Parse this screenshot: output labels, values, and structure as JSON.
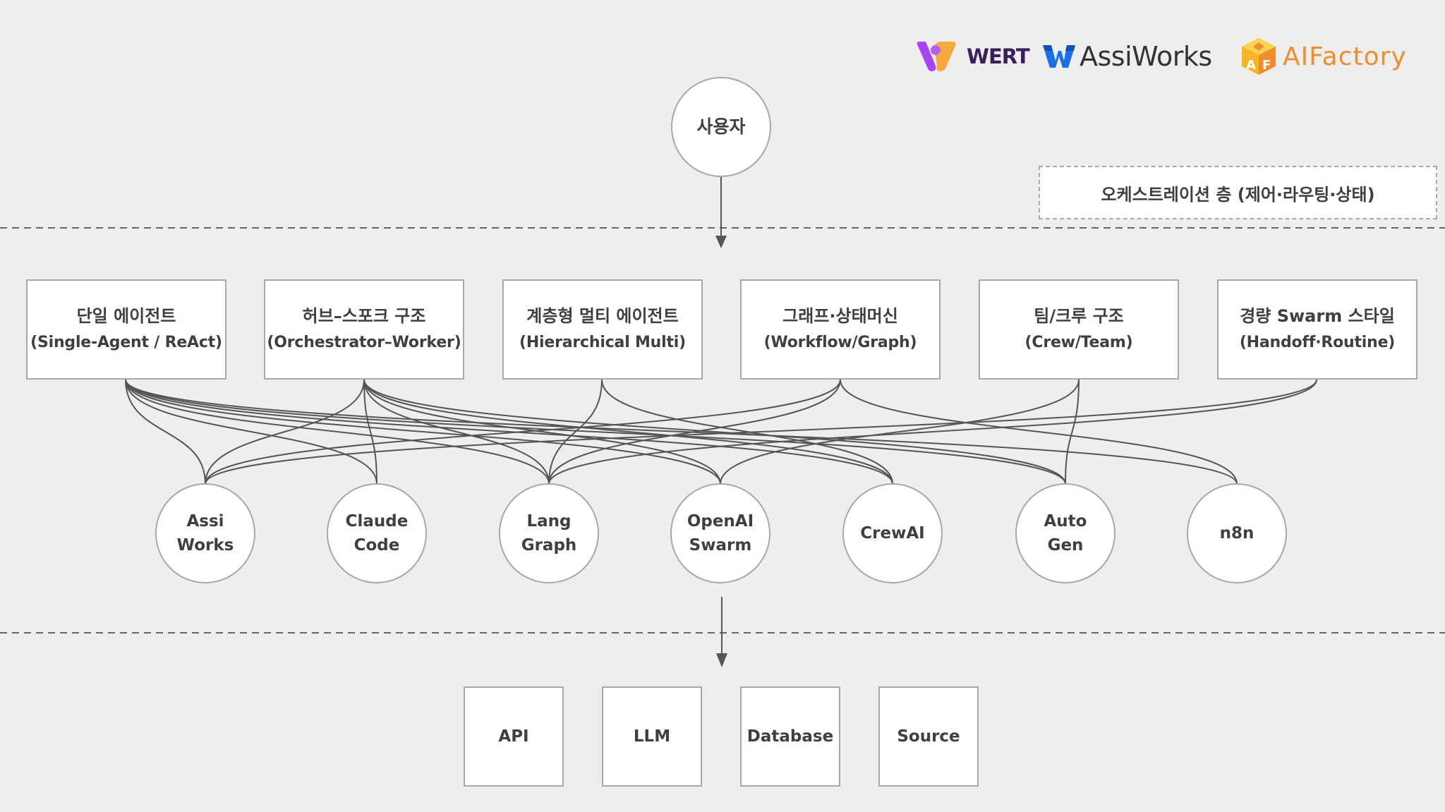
{
  "logos": [
    {
      "name": "WERT",
      "color": "#3a1f5c",
      "icon_colors": [
        "#a944f5",
        "#f5a93a"
      ]
    },
    {
      "name": "AssiWorks",
      "color": "#333333",
      "icon_colors": [
        "#1a5fd6",
        "#2a8cf5"
      ]
    },
    {
      "name": "AIFactory",
      "color": "#f08d2e",
      "icon_colors": [
        "#f5b623",
        "#f08d2e"
      ]
    }
  ],
  "user": {
    "label": "사용자"
  },
  "orchestration_layer": {
    "label": "오케스트레이션 층 (제어·라우팅·상태)"
  },
  "patterns": [
    {
      "id": "single",
      "title": "단일 에이전트",
      "subtitle": "(Single-Agent / ReAct)"
    },
    {
      "id": "hub",
      "title": "허브–스포크 구조",
      "subtitle": "(Orchestrator–Worker)"
    },
    {
      "id": "hier",
      "title": "계층형 멀티 에이전트",
      "subtitle": "(Hierarchical Multi)"
    },
    {
      "id": "graph",
      "title": "그래프·상태머신",
      "subtitle": "(Workflow/Graph)"
    },
    {
      "id": "crew",
      "title": "팀/크루 구조",
      "subtitle": "(Crew/Team)"
    },
    {
      "id": "swarm",
      "title": "경량 Swarm 스타일",
      "subtitle": "(Handoff·Routine)"
    }
  ],
  "frameworks": [
    {
      "id": "assiworks",
      "line1": "Assi",
      "line2": "Works"
    },
    {
      "id": "claude",
      "line1": "Claude",
      "line2": "Code"
    },
    {
      "id": "langgraph",
      "line1": "Lang",
      "line2": "Graph"
    },
    {
      "id": "swarm",
      "line1": "OpenAI",
      "line2": "Swarm"
    },
    {
      "id": "crewai",
      "line1": "CrewAI",
      "line2": ""
    },
    {
      "id": "autogen",
      "line1": "Auto",
      "line2": "Gen"
    },
    {
      "id": "n8n",
      "line1": "n8n",
      "line2": ""
    }
  ],
  "edges": [
    [
      "single",
      "assiworks"
    ],
    [
      "single",
      "claude"
    ],
    [
      "single",
      "langgraph"
    ],
    [
      "single",
      "swarm"
    ],
    [
      "single",
      "crewai"
    ],
    [
      "single",
      "autogen"
    ],
    [
      "single",
      "n8n"
    ],
    [
      "hub",
      "assiworks"
    ],
    [
      "hub",
      "claude"
    ],
    [
      "hub",
      "langgraph"
    ],
    [
      "hub",
      "swarm"
    ],
    [
      "hub",
      "crewai"
    ],
    [
      "hub",
      "autogen"
    ],
    [
      "hier",
      "langgraph"
    ],
    [
      "hier",
      "crewai"
    ],
    [
      "graph",
      "assiworks"
    ],
    [
      "graph",
      "langgraph"
    ],
    [
      "graph",
      "n8n"
    ],
    [
      "crew",
      "swarm"
    ],
    [
      "crew",
      "autogen"
    ],
    [
      "swarm",
      "assiworks"
    ],
    [
      "swarm",
      "langgraph"
    ]
  ],
  "resources": [
    {
      "label": "API"
    },
    {
      "label": "LLM"
    },
    {
      "label": "Database"
    },
    {
      "label": "Source"
    }
  ],
  "colors": {
    "background": "#eeeeee",
    "edge": "#555555",
    "border": "#a8a8a8",
    "dash": "#666666"
  }
}
